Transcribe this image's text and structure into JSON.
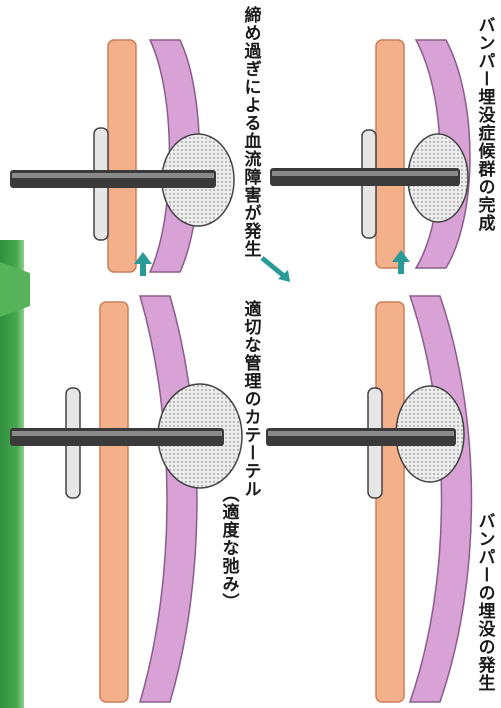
{
  "labels": {
    "top_left": "締め過ぎによる血流障害が発生",
    "top_right": "バンパー埋没症候群の完成",
    "bottom_left_line1": "適切な管理のカテーテル",
    "bottom_left_line2": "（適度な弛み）",
    "bottom_right": "バンパーの埋没の発生"
  },
  "colors": {
    "skin": "#f4b08a",
    "skin_stroke": "#c97f5a",
    "tissue": "#d8a2d6",
    "tissue_stroke": "#8a5d8a",
    "bumper": "#e6e6e6",
    "tube": "#3a3a3a",
    "balloon": "#ececec",
    "arrow": "#2a9a97"
  }
}
